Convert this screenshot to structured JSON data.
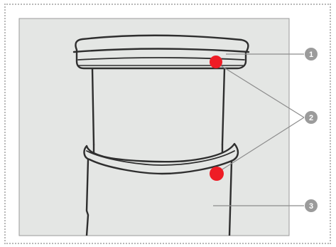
{
  "diagram": {
    "callouts": [
      {
        "id": "1",
        "label": "1"
      },
      {
        "id": "2",
        "label": "2"
      },
      {
        "id": "3",
        "label": "3"
      }
    ],
    "colors": {
      "background_panel": "#e4e6e4",
      "panel_border": "#9a9a9a",
      "outline": "#2e2e2e",
      "callout_line": "#8c8c8c",
      "callout_badge": "#9b9b9b",
      "highlight_dot": "#ee1c25",
      "frame_border": "#b8b8b8"
    },
    "icons": [
      "callout-badge-icon",
      "highlight-dot-icon"
    ]
  }
}
